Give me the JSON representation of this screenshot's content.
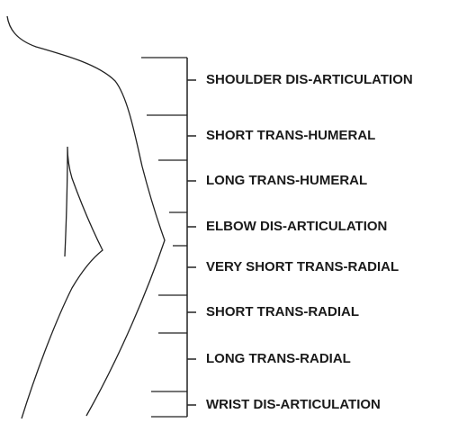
{
  "levels": [
    {
      "label": "SHOULDER DIS-ARTICULATION"
    },
    {
      "label": "SHORT TRANS-HUMERAL"
    },
    {
      "label": "LONG TRANS-HUMERAL"
    },
    {
      "label": "ELBOW DIS-ARTICULATION"
    },
    {
      "label": "VERY SHORT TRANS-RADIAL"
    },
    {
      "label": "SHORT TRANS-RADIAL"
    },
    {
      "label": "LONG TRANS-RADIAL"
    },
    {
      "label": "WRIST DIS-ARTICULATION"
    }
  ]
}
